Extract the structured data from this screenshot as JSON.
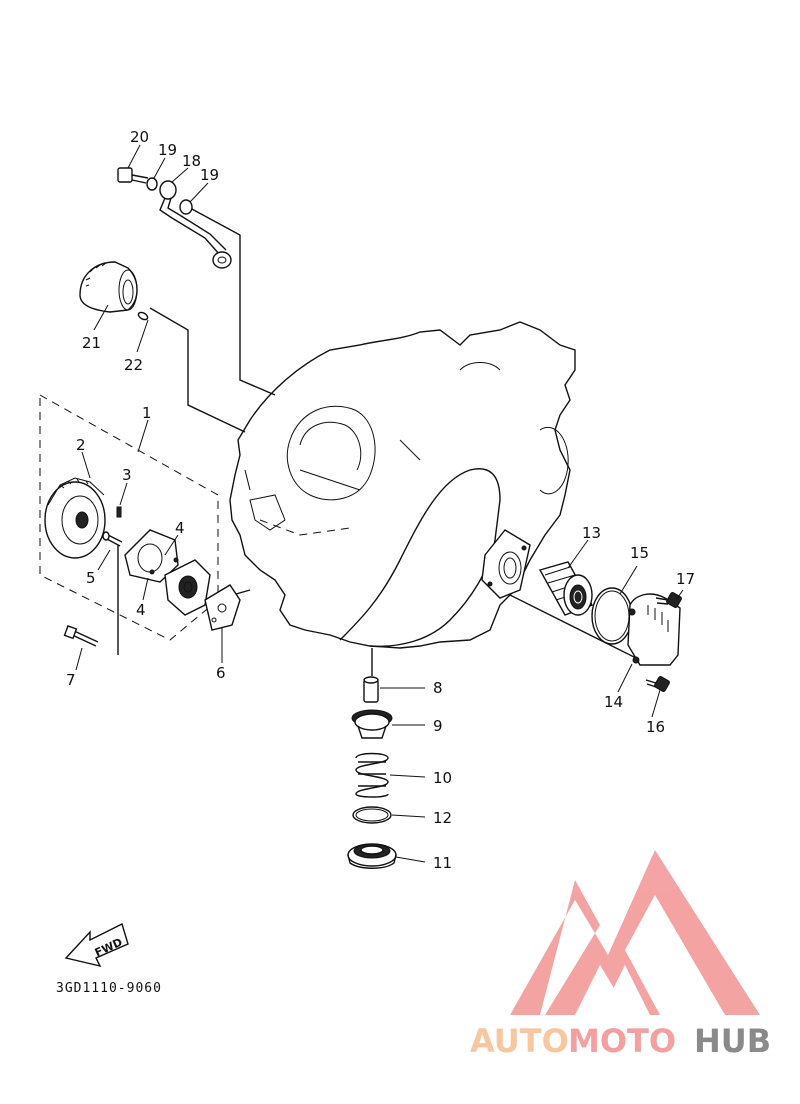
{
  "diagram_code": "3GD1110-9060",
  "fwd_label": "FWD",
  "watermark": {
    "part1": "AUTO",
    "part2": "MOTO",
    "part3": "HUB",
    "color1": "#f7c7a0",
    "color2": "#f4a0a0",
    "color3": "#8a8a8a",
    "logo_color": "#f39a9a"
  },
  "parts": [
    {
      "id": "20",
      "label": "20"
    },
    {
      "id": "19a",
      "label": "19"
    },
    {
      "id": "18",
      "label": "18"
    },
    {
      "id": "19b",
      "label": "19"
    },
    {
      "id": "21",
      "label": "21"
    },
    {
      "id": "22",
      "label": "22"
    },
    {
      "id": "1",
      "label": "1"
    },
    {
      "id": "2",
      "label": "2"
    },
    {
      "id": "3",
      "label": "3"
    },
    {
      "id": "4a",
      "label": "4"
    },
    {
      "id": "5",
      "label": "5"
    },
    {
      "id": "4b",
      "label": "4"
    },
    {
      "id": "6",
      "label": "6"
    },
    {
      "id": "7",
      "label": "7"
    },
    {
      "id": "13",
      "label": "13"
    },
    {
      "id": "15",
      "label": "15"
    },
    {
      "id": "17",
      "label": "17"
    },
    {
      "id": "14",
      "label": "14"
    },
    {
      "id": "16",
      "label": "16"
    },
    {
      "id": "8",
      "label": "8"
    },
    {
      "id": "9",
      "label": "9"
    },
    {
      "id": "10",
      "label": "10"
    },
    {
      "id": "12",
      "label": "12"
    },
    {
      "id": "11",
      "label": "11"
    }
  ]
}
